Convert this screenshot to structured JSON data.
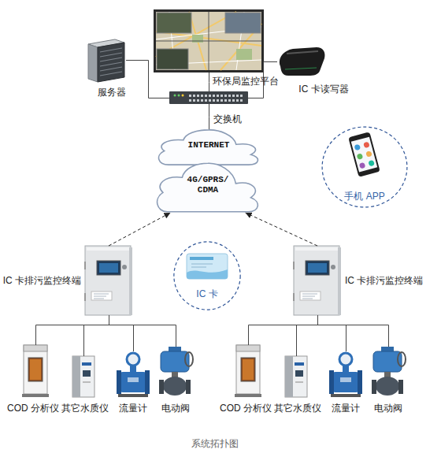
{
  "diagram": {
    "caption": "系统拓扑图",
    "nodes": [
      {
        "text": [
          "服务器"
        ]
      },
      {
        "text": [
          "环保局监控平台"
        ]
      },
      {
        "text": [
          "IC 卡读写器"
        ]
      },
      {
        "text": [
          "交换机"
        ]
      },
      {
        "text": [
          "INTERNET"
        ]
      },
      {
        "text": [
          "4G/GPRS/ CDMA"
        ]
      },
      {
        "text": [
          "手机 APP"
        ]
      },
      {
        "text": [
          "IC 卡排污监控终端"
        ]
      },
      {
        "text": [
          "IC 卡"
        ]
      },
      {
        "text": [
          "IC 卡排污监控终端"
        ]
      },
      {
        "text": [
          "COD 分析仪"
        ]
      },
      {
        "text": [
          "其它水质仪"
        ]
      },
      {
        "text": [
          "流量计"
        ]
      },
      {
        "text": [
          "电动阀"
        ]
      },
      {
        "text": [
          "COD 分析仪"
        ]
      },
      {
        "text": [
          "其它水质仪"
        ]
      },
      {
        "text": [
          "流量计"
        ]
      },
      {
        "text": [
          "电动阀"
        ]
      }
    ],
    "edges": [
      {
        "from": 0,
        "to": 3,
        "arrow": "none"
      },
      {
        "from": 1,
        "to": 3,
        "arrow": "none"
      },
      {
        "from": 2,
        "to": 3,
        "arrow": "none"
      },
      {
        "from": 3,
        "to": 4,
        "arrow": "none"
      },
      {
        "from": 7,
        "to": 5,
        "arrow": "to"
      },
      {
        "from": 9,
        "to": 5,
        "arrow": "to"
      },
      {
        "from": 7,
        "to": 10,
        "arrow": "none"
      },
      {
        "from": 7,
        "to": 11,
        "arrow": "none"
      },
      {
        "from": 7,
        "to": 12,
        "arrow": "none"
      },
      {
        "from": 7,
        "to": 13,
        "arrow": "none"
      },
      {
        "from": 9,
        "to": 14,
        "arrow": "none"
      },
      {
        "from": 9,
        "to": 15,
        "arrow": "none"
      },
      {
        "from": 9,
        "to": 16,
        "arrow": "none"
      },
      {
        "from": 9,
        "to": 17,
        "arrow": "none"
      }
    ]
  }
}
